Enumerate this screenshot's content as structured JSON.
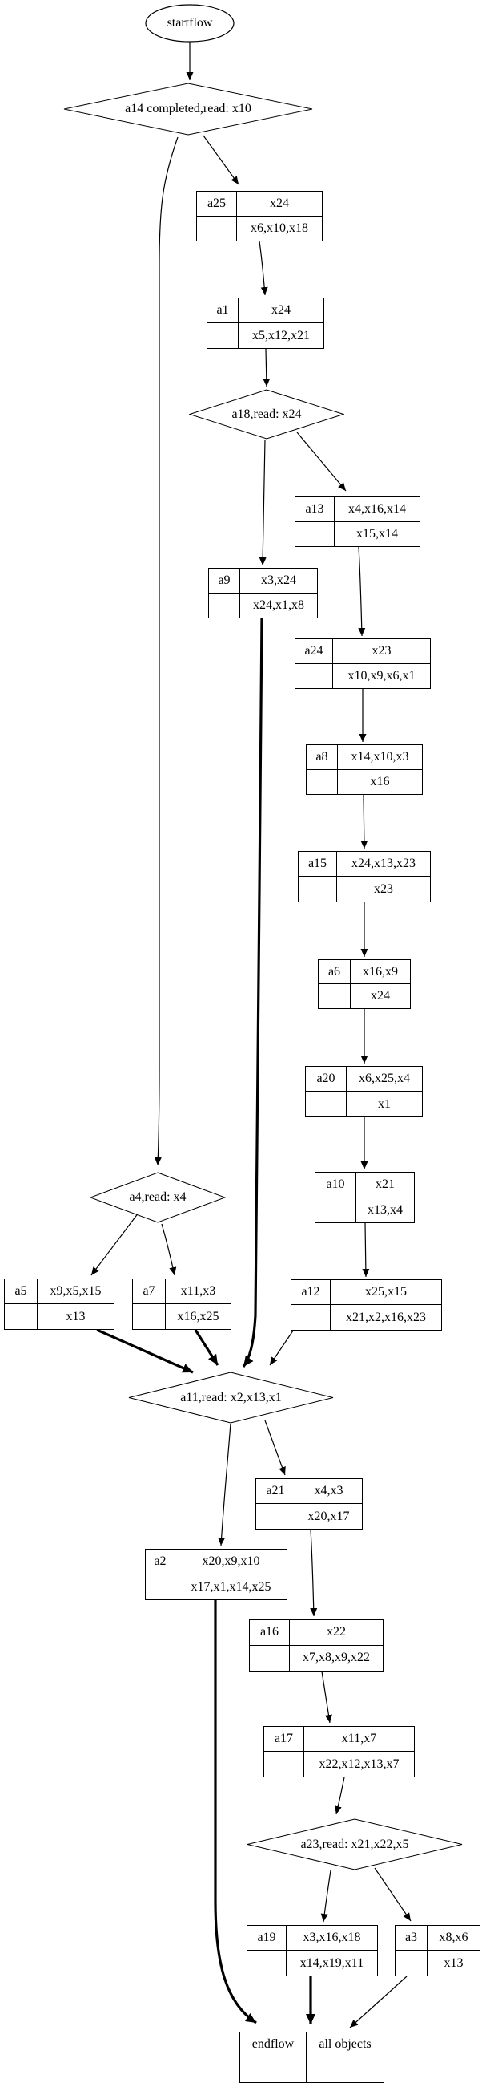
{
  "diagram": {
    "type": "workflow-graph",
    "colors": {
      "background": "#ffffff",
      "stroke": "#000000",
      "node_fill": "#ffffff",
      "text": "#000000"
    }
  },
  "nodes": {
    "startflow": {
      "label": "startflow"
    },
    "a14": {
      "label": "a14 completed,read: x10"
    },
    "a25": {
      "id": "a25",
      "row1": "x24",
      "row2": "x6,x10,x18"
    },
    "a1": {
      "id": "a1",
      "row1": "x24",
      "row2": "x5,x12,x21"
    },
    "a18": {
      "label": "a18,read: x24"
    },
    "a13": {
      "id": "a13",
      "row1": "x4,x16,x14",
      "row2": "x15,x14"
    },
    "a9": {
      "id": "a9",
      "row1": "x3,x24",
      "row2": "x24,x1,x8"
    },
    "a24": {
      "id": "a24",
      "row1": "x23",
      "row2": "x10,x9,x6,x1"
    },
    "a8": {
      "id": "a8",
      "row1": "x14,x10,x3",
      "row2": "x16"
    },
    "a15": {
      "id": "a15",
      "row1": "x24,x13,x23",
      "row2": "x23"
    },
    "a6": {
      "id": "a6",
      "row1": "x16,x9",
      "row2": "x24"
    },
    "a20": {
      "id": "a20",
      "row1": "x6,x25,x4",
      "row2": "x1"
    },
    "a10": {
      "id": "a10",
      "row1": "x21",
      "row2": "x13,x4"
    },
    "a12": {
      "id": "a12",
      "row1": "x25,x15",
      "row2": "x21,x2,x16,x23"
    },
    "a4": {
      "label": "a4,read: x4"
    },
    "a5": {
      "id": "a5",
      "row1": "x9,x5,x15",
      "row2": "x13"
    },
    "a7": {
      "id": "a7",
      "row1": "x11,x3",
      "row2": "x16,x25"
    },
    "a11": {
      "label": "a11,read: x2,x13,x1"
    },
    "a21": {
      "id": "a21",
      "row1": "x4,x3",
      "row2": "x20,x17"
    },
    "a2": {
      "id": "a2",
      "row1": "x20,x9,x10",
      "row2": "x17,x1,x14,x25"
    },
    "a16": {
      "id": "a16",
      "row1": "x22",
      "row2": "x7,x8,x9,x22"
    },
    "a17": {
      "id": "a17",
      "row1": "x11,x7",
      "row2": "x22,x12,x13,x7"
    },
    "a23": {
      "label": "a23,read: x21,x22,x5"
    },
    "a19": {
      "id": "a19",
      "row1": "x3,x16,x18",
      "row2": "x14,x19,x11"
    },
    "a3": {
      "id": "a3",
      "row1": "x8,x6",
      "row2": "x13"
    },
    "endflow": {
      "id": "endflow",
      "row1": "all objects",
      "row2": ""
    }
  },
  "edges": [
    {
      "from": "startflow",
      "to": "a14",
      "style": "normal"
    },
    {
      "from": "a14",
      "to": "a25",
      "style": "normal"
    },
    {
      "from": "a14",
      "to": "a4",
      "style": "normal"
    },
    {
      "from": "a25",
      "to": "a1",
      "style": "normal"
    },
    {
      "from": "a1",
      "to": "a18",
      "style": "normal"
    },
    {
      "from": "a18",
      "to": "a13",
      "style": "normal"
    },
    {
      "from": "a18",
      "to": "a9",
      "style": "normal"
    },
    {
      "from": "a13",
      "to": "a24",
      "style": "normal"
    },
    {
      "from": "a24",
      "to": "a8",
      "style": "normal"
    },
    {
      "from": "a8",
      "to": "a15",
      "style": "normal"
    },
    {
      "from": "a15",
      "to": "a6",
      "style": "normal"
    },
    {
      "from": "a6",
      "to": "a20",
      "style": "normal"
    },
    {
      "from": "a20",
      "to": "a10",
      "style": "normal"
    },
    {
      "from": "a10",
      "to": "a12",
      "style": "normal"
    },
    {
      "from": "a12",
      "to": "a11",
      "style": "normal"
    },
    {
      "from": "a4",
      "to": "a5",
      "style": "normal"
    },
    {
      "from": "a4",
      "to": "a7",
      "style": "normal"
    },
    {
      "from": "a5",
      "to": "a11",
      "style": "bold"
    },
    {
      "from": "a7",
      "to": "a11",
      "style": "bold"
    },
    {
      "from": "a9",
      "to": "a11",
      "style": "bold"
    },
    {
      "from": "a11",
      "to": "a21",
      "style": "normal"
    },
    {
      "from": "a11",
      "to": "a2",
      "style": "normal"
    },
    {
      "from": "a21",
      "to": "a16",
      "style": "normal"
    },
    {
      "from": "a16",
      "to": "a17",
      "style": "normal"
    },
    {
      "from": "a17",
      "to": "a23",
      "style": "normal"
    },
    {
      "from": "a23",
      "to": "a19",
      "style": "normal"
    },
    {
      "from": "a23",
      "to": "a3",
      "style": "normal"
    },
    {
      "from": "a19",
      "to": "endflow",
      "style": "bold"
    },
    {
      "from": "a3",
      "to": "endflow",
      "style": "normal"
    },
    {
      "from": "a2",
      "to": "endflow",
      "style": "bold"
    }
  ]
}
